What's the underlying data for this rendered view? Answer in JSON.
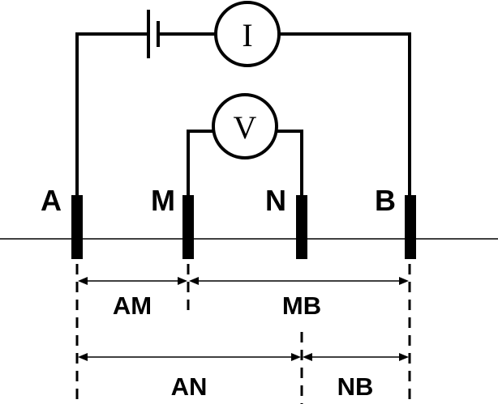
{
  "meters": {
    "current": "I",
    "voltage": "V"
  },
  "electrodes": {
    "a": "A",
    "m": "M",
    "n": "N",
    "b": "B"
  },
  "distances": {
    "am": "AM",
    "mb": "MB",
    "an": "AN",
    "nb": "NB"
  }
}
